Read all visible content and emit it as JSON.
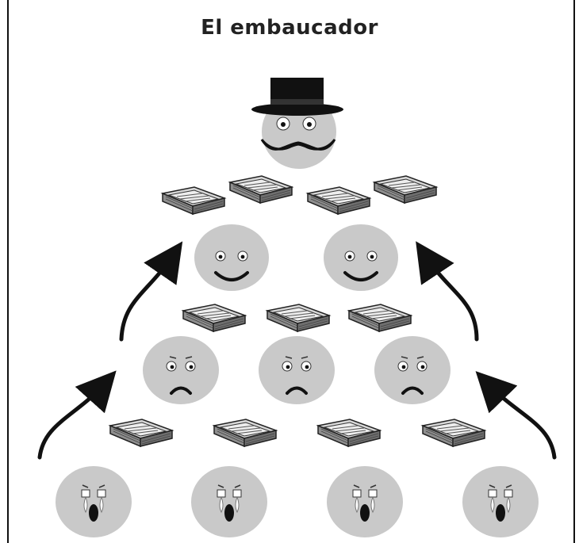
{
  "title": "El embaucador",
  "colors": {
    "face": "#c9c9c9",
    "ink": "#111111",
    "money": "#9c9c9c",
    "background": "#ffffff"
  },
  "figures": {
    "top": "swindler-with-top-hat",
    "level_1": [
      "happy-face",
      "happy-face"
    ],
    "level_2": [
      "sad-face",
      "sad-face",
      "sad-face"
    ],
    "level_3": [
      "crying-face",
      "crying-face",
      "crying-face",
      "crying-face"
    ]
  },
  "icons": [
    "top-hat-icon",
    "mustache-icon",
    "money-stack-icon",
    "curved-arrow-icon"
  ]
}
